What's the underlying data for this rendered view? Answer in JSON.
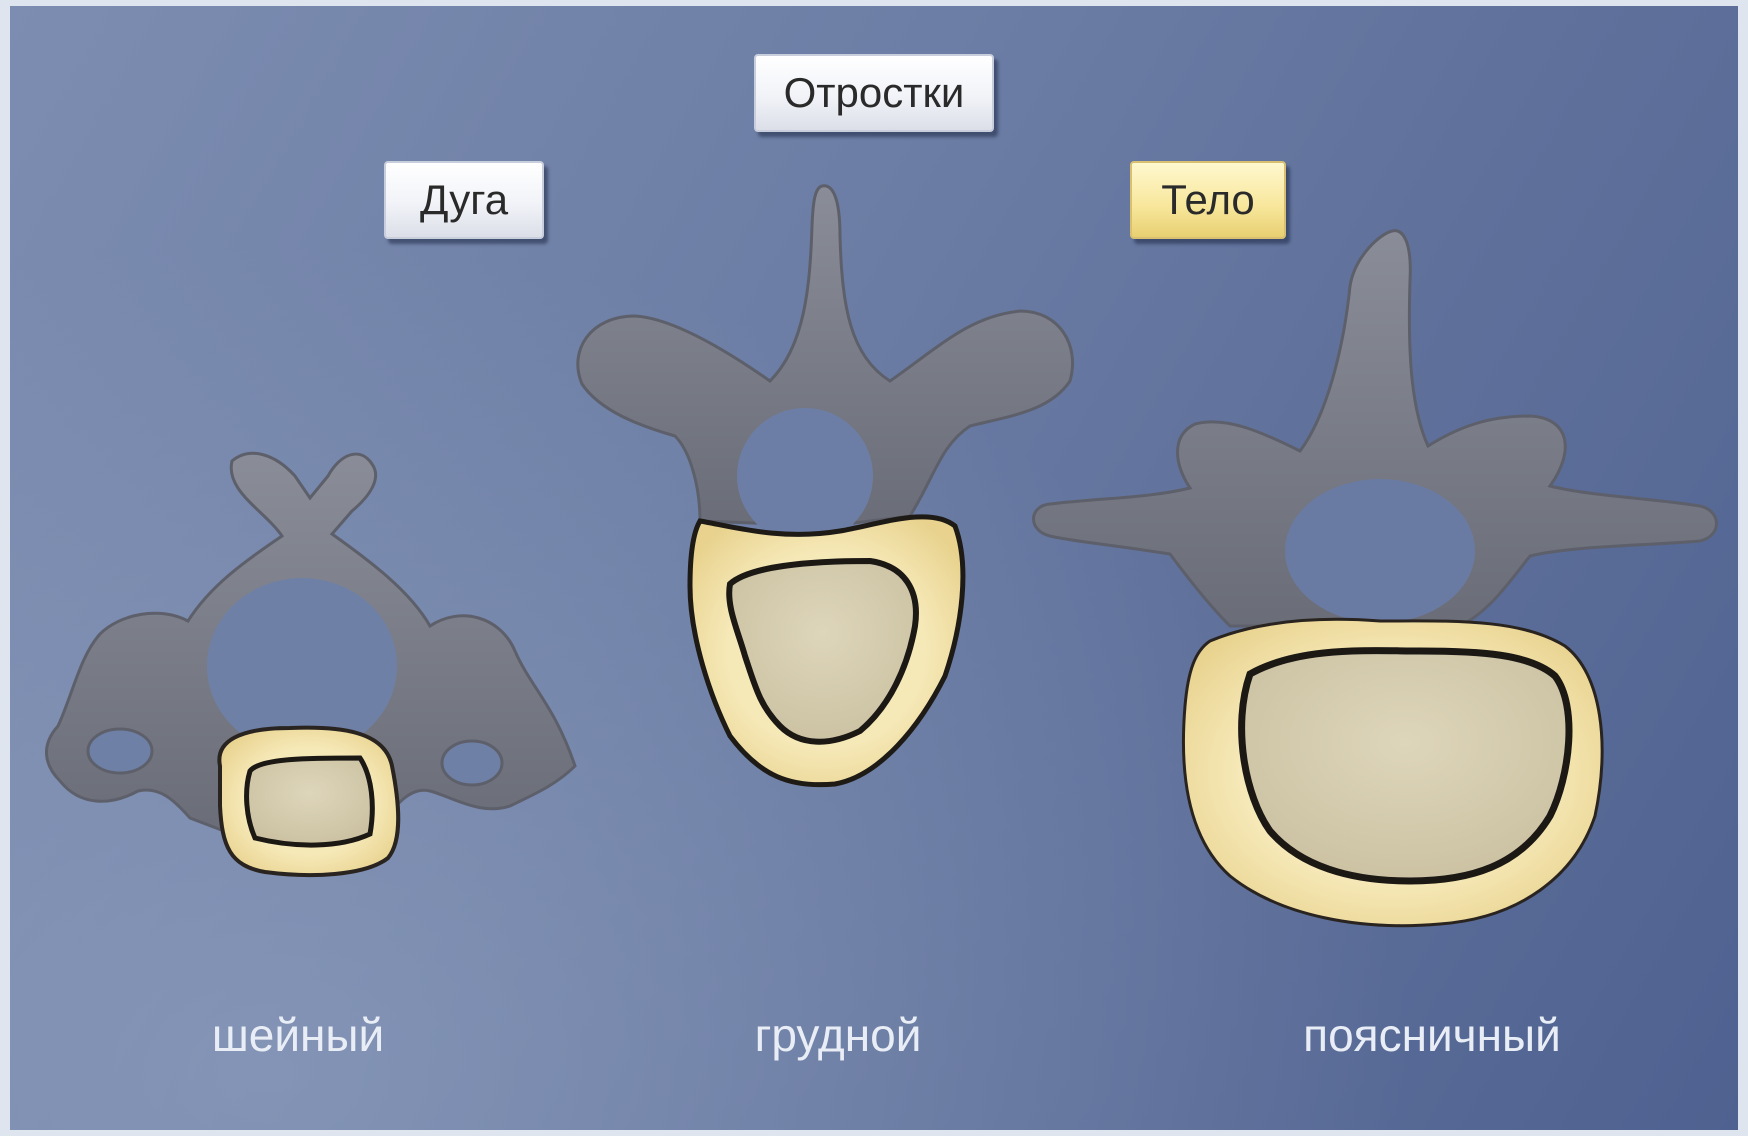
{
  "buttons": {
    "processes": "Отростки",
    "arch": "Дуга",
    "body": "Тело"
  },
  "captions": {
    "cervical": "шейный",
    "thoracic": "грудной",
    "lumbar": "поясничный"
  },
  "colors": {
    "bone_gray": "#7b7e89",
    "cortical_yellow": "#f2e2a4",
    "spongy_bone": "#d9d0b2",
    "background": "#6c7ea5"
  }
}
